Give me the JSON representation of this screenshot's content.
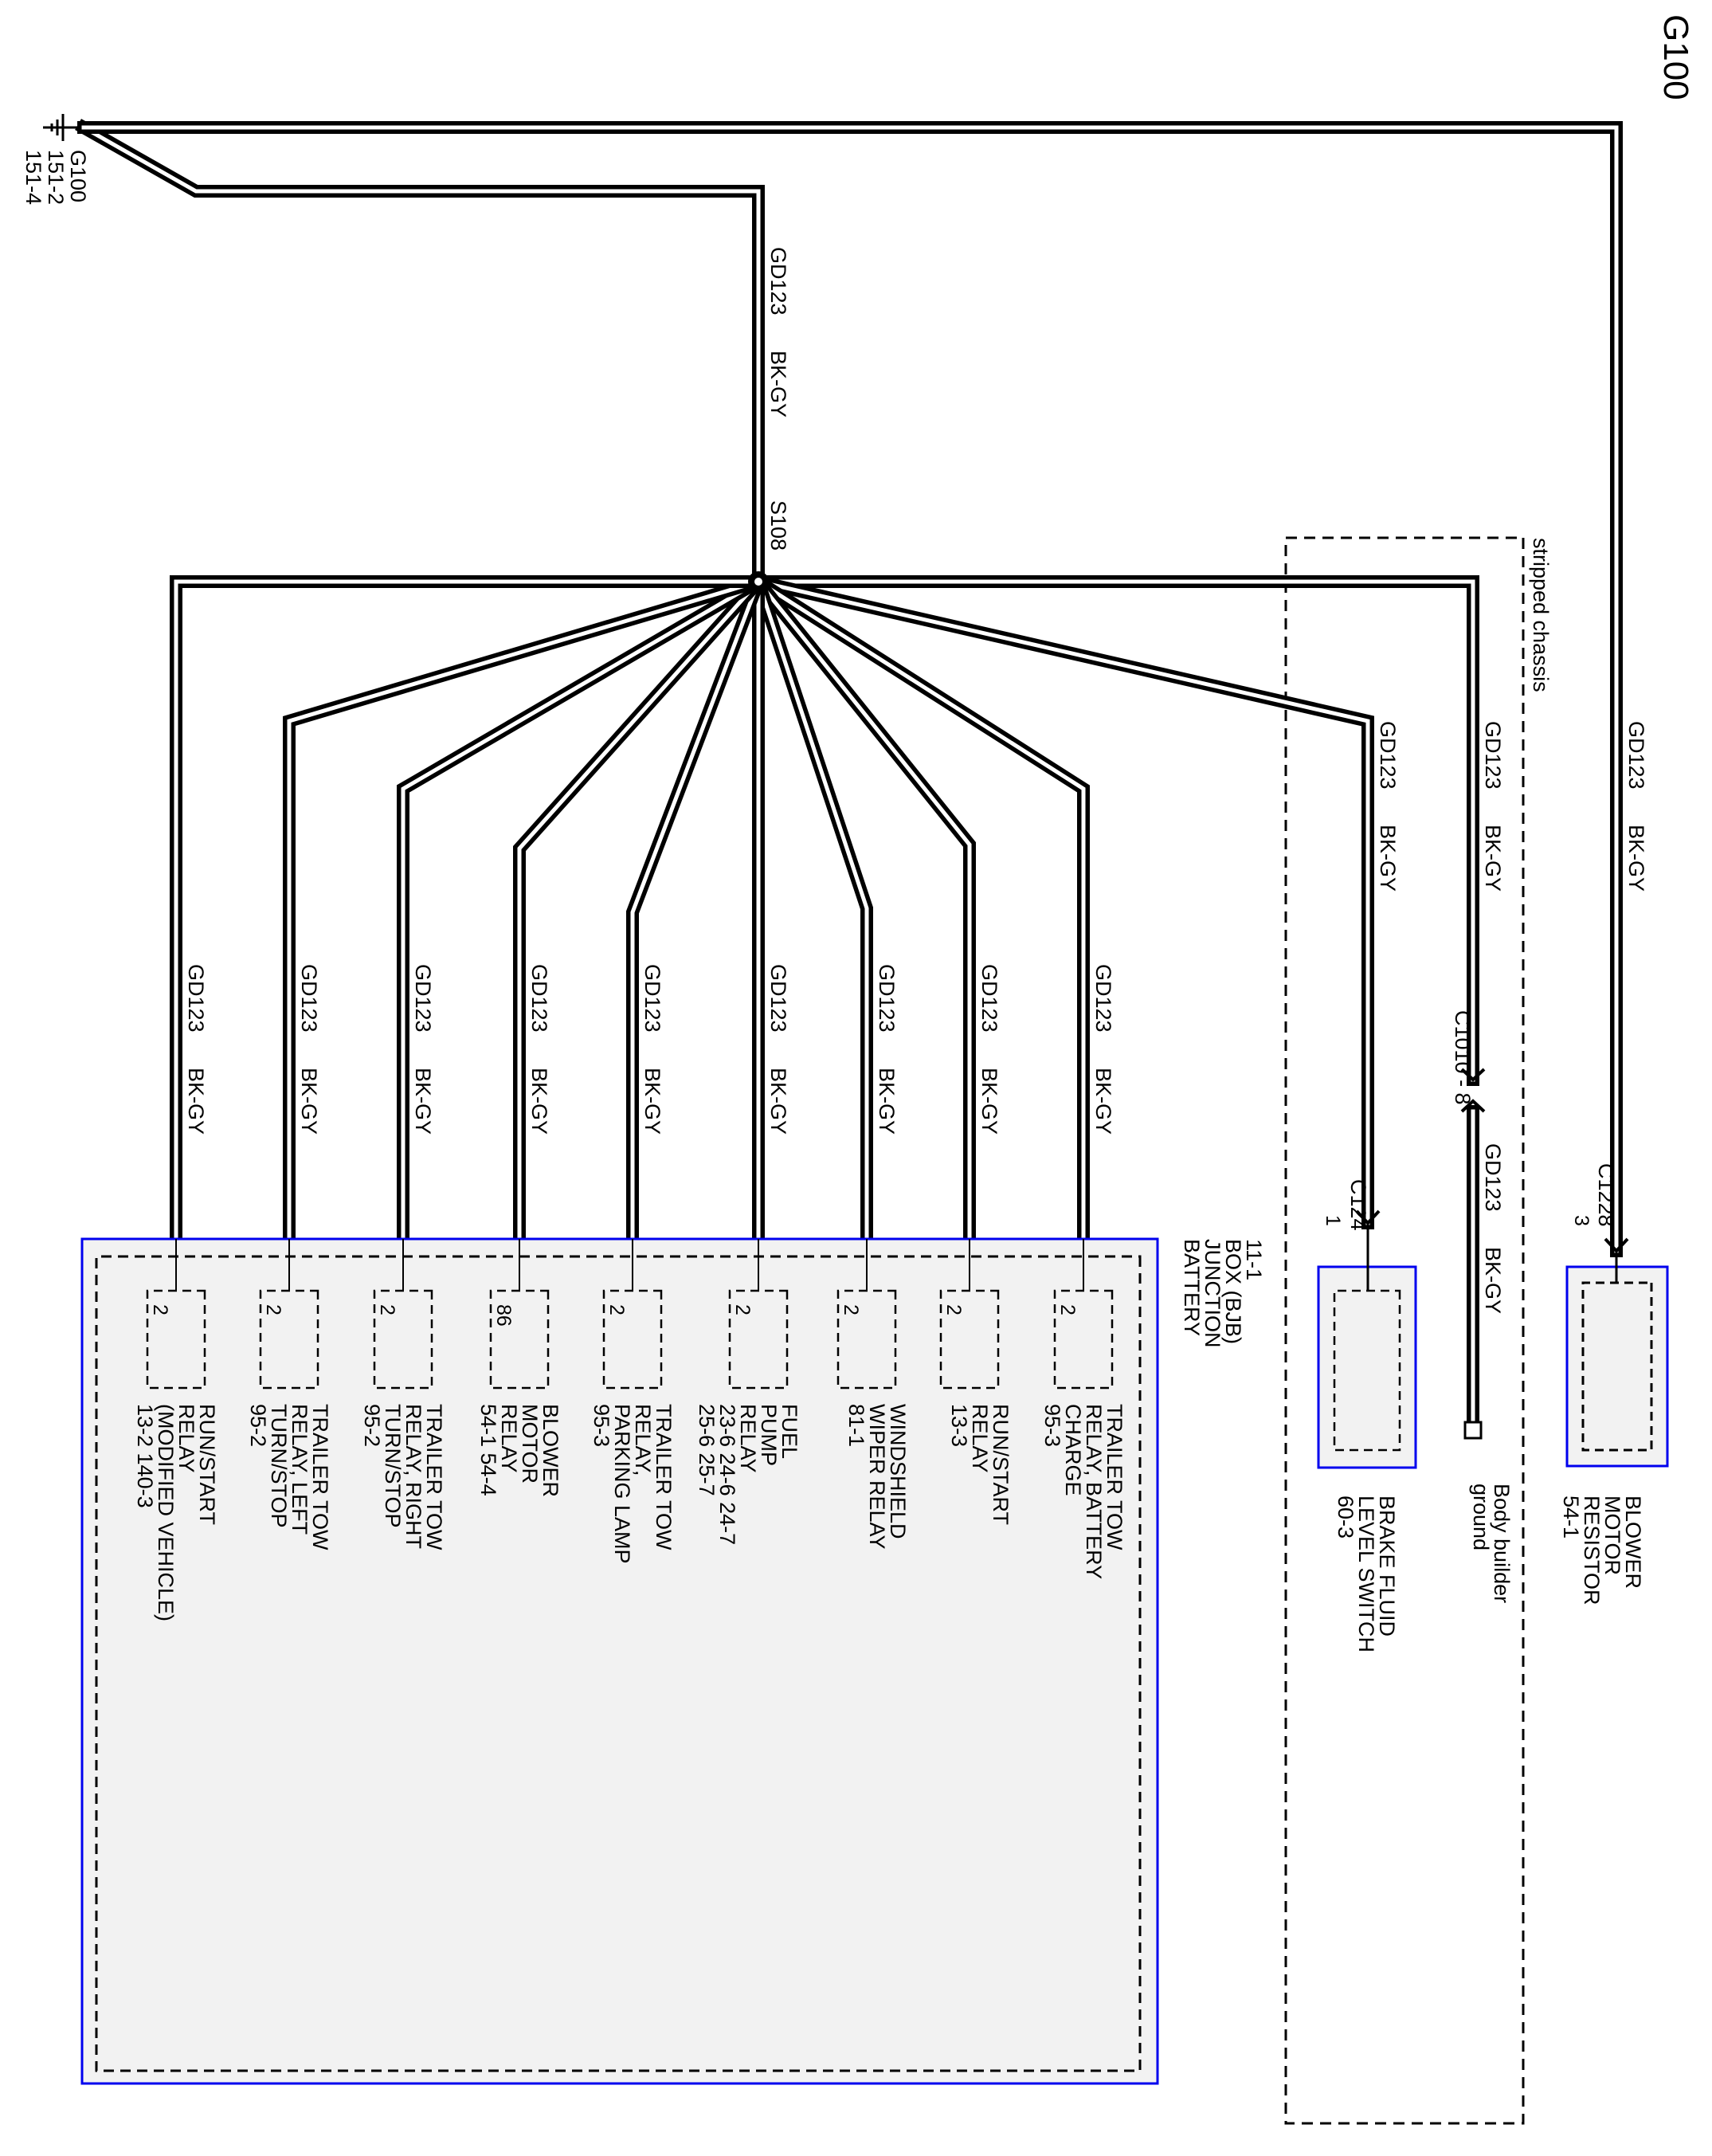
{
  "diagram": {
    "title": "G100",
    "ground": {
      "name": "G100",
      "refs": [
        "151-2",
        "151-4"
      ]
    },
    "wire": {
      "circuit": "GD123",
      "color": "BK-GY"
    },
    "splice": "S108",
    "stripped_chassis": "stripped chassis",
    "bjb": {
      "lines": [
        "BATTERY",
        "JUNCTION",
        "BOX (BJB)",
        "11-1"
      ]
    },
    "bjb_pins": [
      {
        "pin": "2",
        "lines": [
          "TRAILER TOW",
          "RELAY, BATTERY",
          "CHARGE",
          "95-3"
        ]
      },
      {
        "pin": "2",
        "lines": [
          "RUN/START",
          "RELAY",
          "13-3"
        ]
      },
      {
        "pin": "2",
        "lines": [
          "WINDSHIELD",
          "WIPER RELAY",
          "81-1"
        ]
      },
      {
        "pin": "2",
        "lines": [
          "FUEL",
          "PUMP",
          "RELAY",
          "23-6   24-6   24-7",
          "25-6   25-7"
        ]
      },
      {
        "pin": "2",
        "lines": [
          "TRAILER TOW",
          "RELAY,",
          "PARKING LAMP",
          "95-3"
        ]
      },
      {
        "pin": "86",
        "lines": [
          "BLOWER",
          "MOTOR",
          "RELAY",
          "54-1          54-4"
        ]
      },
      {
        "pin": "2",
        "lines": [
          "TRAILER TOW",
          "RELAY, RIGHT",
          "TURN/STOP",
          "95-2"
        ]
      },
      {
        "pin": "2",
        "lines": [
          "TRAILER TOW",
          "RELAY, LEFT",
          "TURN/STOP",
          "95-2"
        ]
      },
      {
        "pin": "2",
        "lines": [
          "RUN/START",
          "RELAY",
          "(MODIFIED VEHICLE)",
          "13-2      140-3"
        ]
      }
    ],
    "brake_fluid": {
      "connector": "C124",
      "pin": "1",
      "lines": [
        "BRAKE FLUID",
        "LEVEL SWITCH",
        "60-3"
      ]
    },
    "inline_connector": "C1010 - 8",
    "body_builder": {
      "lines": [
        "Body builder",
        "ground"
      ]
    },
    "blower_resistor": {
      "connector": "C1228",
      "pin": "3",
      "lines": [
        "BLOWER",
        "MOTOR",
        "RESISTOR",
        "54-1"
      ]
    },
    "colors": {
      "wire": "#000000",
      "component_border": "#0000ee",
      "component_fill": "#f2f2f2"
    }
  }
}
